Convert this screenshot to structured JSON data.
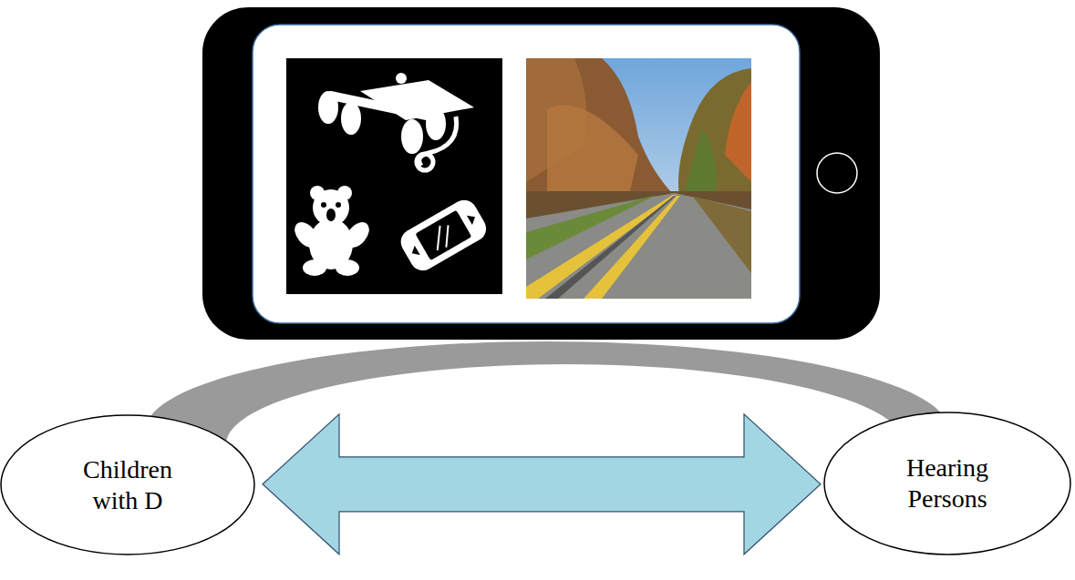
{
  "diagram": {
    "nodes": [
      {
        "text": [
          "Children with D"
        ]
      },
      {
        "text": [
          "Hearing Persons"
        ]
      }
    ],
    "edges": [
      {
        "from": 0,
        "to": 1,
        "arrow": "both"
      }
    ]
  }
}
